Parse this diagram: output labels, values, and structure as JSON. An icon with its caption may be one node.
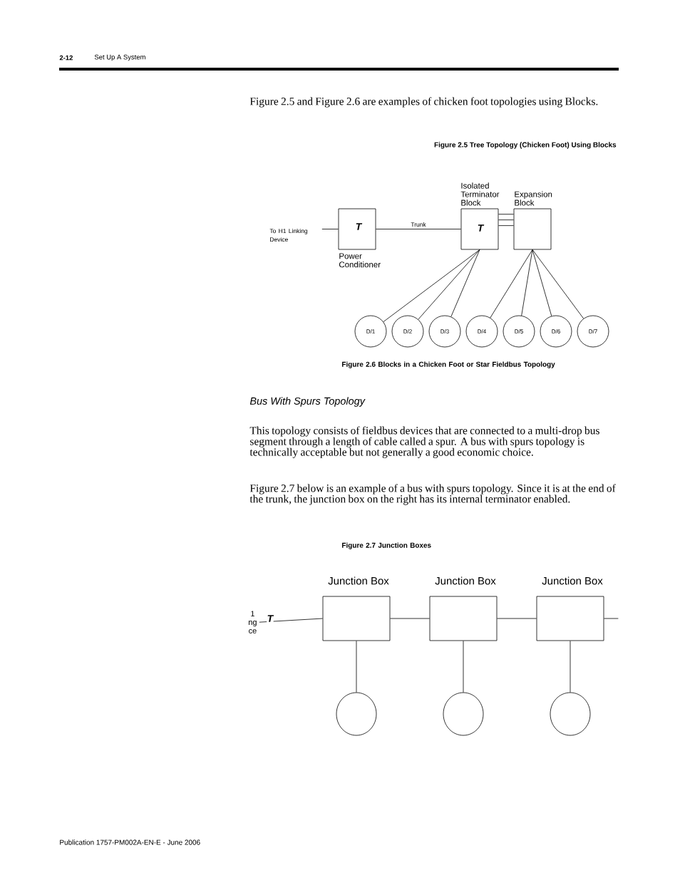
{
  "diagram": {
    "nodes": [
      {
        "text": [
          "To H1 Linking Device"
        ]
      },
      {
        "text": [
          "T",
          "Power Conditioner"
        ]
      },
      {
        "text": [
          "Isolated Terminator Block",
          "T"
        ]
      },
      {
        "text": [
          "Expansion Block"
        ]
      },
      {
        "text": [
          "D/1"
        ]
      },
      {
        "text": [
          "D/2"
        ]
      },
      {
        "text": [
          "D/3"
        ]
      },
      {
        "text": [
          "D/4"
        ]
      },
      {
        "text": [
          "D/5"
        ]
      },
      {
        "text": [
          "D/6"
        ]
      },
      {
        "text": [
          "D/7"
        ]
      },
      {
        "text": [
          "1 ng ce"
        ]
      },
      {
        "text": [
          "Junction Box"
        ]
      },
      {
        "text": [
          "Junction Box"
        ]
      },
      {
        "text": [
          "Junction Box"
        ]
      },
      {
        "text": [],
        "shape": "circle"
      },
      {
        "text": [],
        "shape": "circle"
      },
      {
        "text": [],
        "shape": "circle"
      }
    ],
    "edges": [
      {
        "from": 0,
        "to": 1,
        "arrow": "none"
      },
      {
        "from": 1,
        "to": 2,
        "arrow": "none",
        "label": "Trunk"
      },
      {
        "from": 2,
        "to": 3,
        "arrow": "none"
      },
      {
        "from": 2,
        "to": 3,
        "arrow": "none"
      },
      {
        "from": 2,
        "to": 3,
        "arrow": "none"
      },
      {
        "from": 2,
        "to": 4,
        "arrow": "none"
      },
      {
        "from": 2,
        "to": 5,
        "arrow": "none"
      },
      {
        "from": 2,
        "to": 6,
        "arrow": "none"
      },
      {
        "from": 3,
        "to": 7,
        "arrow": "none"
      },
      {
        "from": 3,
        "to": 8,
        "arrow": "none"
      },
      {
        "from": 3,
        "to": 9,
        "arrow": "none"
      },
      {
        "from": 3,
        "to": 10,
        "arrow": "none"
      },
      {
        "from": 11,
        "to": 12,
        "arrow": "none",
        "label": "T"
      },
      {
        "from": 12,
        "to": 13,
        "arrow": "none"
      },
      {
        "from": 13,
        "to": 14,
        "arrow": "none"
      },
      {
        "from": 14,
        "to": null,
        "arrow": "none"
      },
      {
        "from": 12,
        "to": 15,
        "arrow": "none"
      },
      {
        "from": 13,
        "to": 16,
        "arrow": "none"
      },
      {
        "from": 14,
        "to": 17,
        "arrow": "none"
      }
    ],
    "labels": [
      "2-12",
      "Set Up A System",
      "Figure 2.5 and Figure 2.6 are examples of chicken foot topologies using Blocks.",
      "Figure 2.5 Tree Topology (Chicken Foot) Using Blocks",
      "Figure 2.6 Blocks in a Chicken Foot or Star Fieldbus Topology",
      "Bus With Spurs Topology",
      "This topology consists of fieldbus devices that are connected to a multi-drop bus segment through a length of cable called a spur. A bus with spurs topology is technically acceptable but not generally a good economic choice.",
      "Figure 2.7 below is an example of a bus with spurs topology. Since it is at the end of the trunk, the junction box on the right has its internal terminator enabled.",
      "Figure 2.7 Junction Boxes",
      "Publication 1757-PM002A-EN-E - June 2006"
    ]
  }
}
